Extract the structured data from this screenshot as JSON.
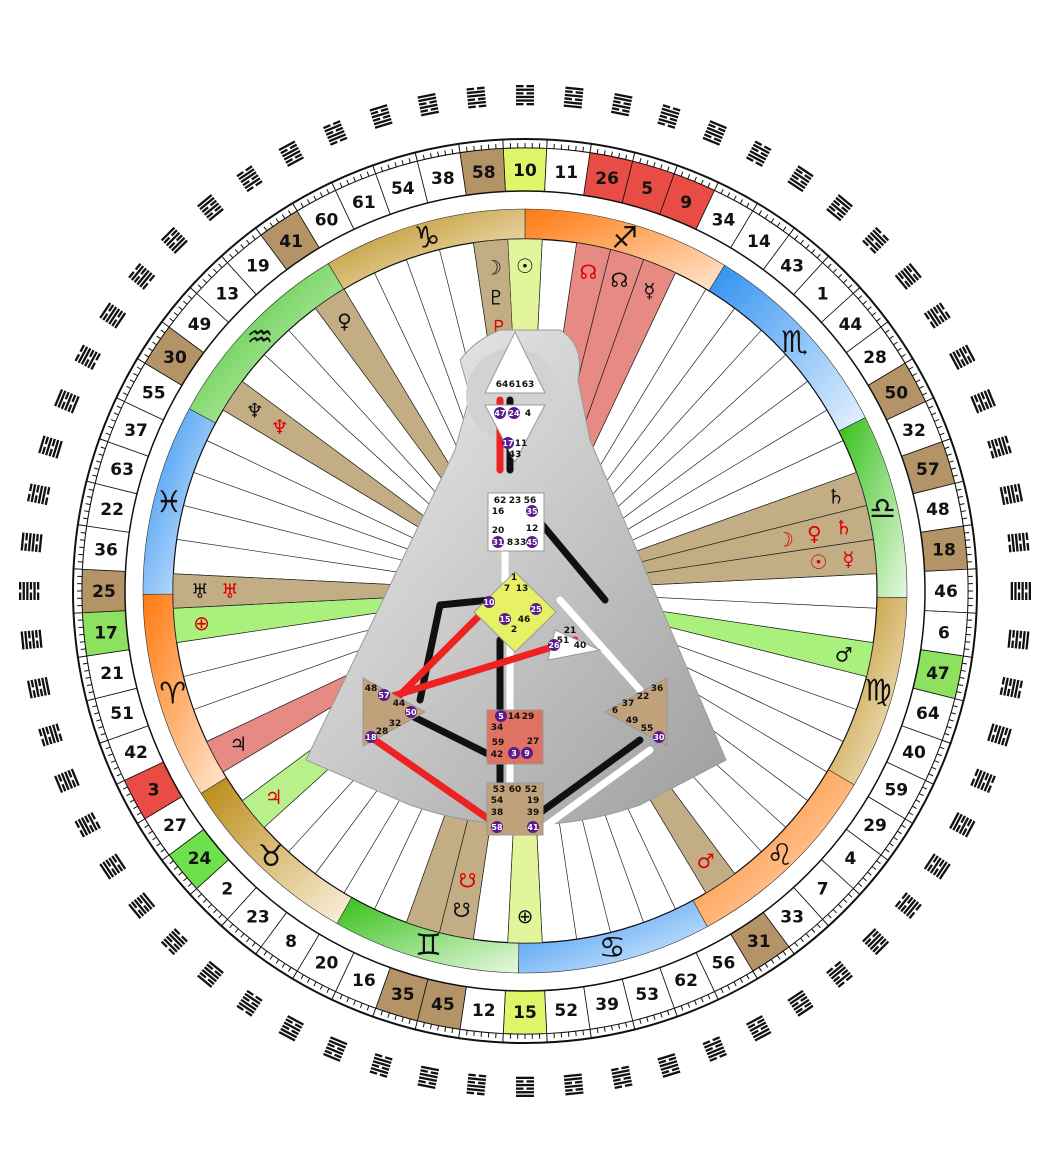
{
  "chart": {
    "gates": [
      "10",
      "11",
      "26",
      "5",
      "9",
      "34",
      "14",
      "43",
      "1",
      "44",
      "28",
      "50",
      "32",
      "57",
      "48",
      "18",
      "46",
      "6",
      "47",
      "64",
      "40",
      "59",
      "29",
      "4",
      "7",
      "33",
      "31",
      "56",
      "62",
      "53",
      "39",
      "52",
      "15",
      "12",
      "45",
      "35",
      "16",
      "20",
      "8",
      "23",
      "2",
      "24",
      "27",
      "3",
      "42",
      "51",
      "21",
      "17",
      "25",
      "36",
      "22",
      "63",
      "37",
      "55",
      "30",
      "49",
      "13",
      "19",
      "41",
      "60",
      "61",
      "54",
      "38",
      "58"
    ],
    "signs": [
      {
        "glyph": "♐",
        "name": "sagittarius"
      },
      {
        "glyph": "♏",
        "name": "scorpio"
      },
      {
        "glyph": "♎",
        "name": "libra"
      },
      {
        "glyph": "♍",
        "name": "virgo"
      },
      {
        "glyph": "♌",
        "name": "leo"
      },
      {
        "glyph": "♋",
        "name": "cancer"
      },
      {
        "glyph": "♊",
        "name": "gemini"
      },
      {
        "glyph": "♉",
        "name": "taurus"
      },
      {
        "glyph": "♈",
        "name": "aries"
      },
      {
        "glyph": "♓",
        "name": "pisces"
      },
      {
        "glyph": "♒",
        "name": "aquarius"
      },
      {
        "glyph": "♑",
        "name": "capricorn"
      }
    ],
    "planets": [
      {
        "glyph": "☉",
        "color": "#111111",
        "gate": "10"
      },
      {
        "glyph": "☽",
        "color": "#111111",
        "gate": "58"
      },
      {
        "glyph": "♇",
        "color": "#111111",
        "gate": "58"
      },
      {
        "glyph": "♇",
        "color": "#e00000",
        "gate": "58"
      },
      {
        "glyph": "☊",
        "color": "#e00000",
        "gate": "26"
      },
      {
        "glyph": "☊",
        "color": "#111111",
        "gate": "5"
      },
      {
        "glyph": "☿",
        "color": "#111111",
        "gate": "9"
      },
      {
        "glyph": "♄",
        "color": "#111111",
        "gate": "57"
      },
      {
        "glyph": "♄",
        "color": "#e00000",
        "gate": "48"
      },
      {
        "glyph": "♀",
        "color": "#e00000",
        "gate": "48"
      },
      {
        "glyph": "☽",
        "color": "#e00000",
        "gate": "48"
      },
      {
        "glyph": "☿",
        "color": "#e00000",
        "gate": "18"
      },
      {
        "glyph": "☉",
        "color": "#e00000",
        "gate": "18"
      },
      {
        "glyph": "♂",
        "color": "#111111",
        "gate": "47"
      },
      {
        "glyph": "♂",
        "color": "#e00000",
        "gate": "31"
      },
      {
        "glyph": "⊕",
        "color": "#111111",
        "gate": "15"
      },
      {
        "glyph": "☋",
        "color": "#111111",
        "gate": "45"
      },
      {
        "glyph": "☋",
        "color": "#e00000",
        "gate": "45"
      },
      {
        "glyph": "♃",
        "color": "#e00000",
        "gate": "24"
      },
      {
        "glyph": "♃",
        "color": "#111111",
        "gate": "3"
      },
      {
        "glyph": "⊕",
        "color": "#e00000",
        "gate": "17"
      },
      {
        "glyph": "♅",
        "color": "#111111",
        "gate": "25"
      },
      {
        "glyph": "♅",
        "color": "#e00000",
        "gate": "25"
      },
      {
        "glyph": "♆",
        "color": "#111111",
        "gate": "30"
      },
      {
        "glyph": "♆",
        "color": "#e00000",
        "gate": "30"
      },
      {
        "glyph": "♀",
        "color": "#111111",
        "gate": "41"
      }
    ],
    "body_gates": {
      "head": [
        "64",
        "61",
        "63"
      ],
      "ajna": [
        "47",
        "24",
        "4",
        "17",
        "11",
        "43"
      ],
      "throat": [
        "62",
        "23",
        "56",
        "16",
        "35",
        "20",
        "12",
        "31",
        "8",
        "33",
        "45"
      ],
      "g": [
        "1",
        "7",
        "13",
        "10",
        "25",
        "15",
        "46",
        "2"
      ],
      "ego": [
        "21",
        "51",
        "26",
        "40"
      ],
      "spleen": [
        "48",
        "57",
        "44",
        "50",
        "32",
        "28",
        "18"
      ],
      "sacral": [
        "5",
        "14",
        "29",
        "34",
        "27",
        "59",
        "42",
        "3",
        "9"
      ],
      "solar": [
        "36",
        "22",
        "37",
        "6",
        "49",
        "55",
        "30"
      ],
      "root": [
        "53",
        "60",
        "52",
        "54",
        "19",
        "38",
        "39",
        "58",
        "41"
      ]
    }
  }
}
